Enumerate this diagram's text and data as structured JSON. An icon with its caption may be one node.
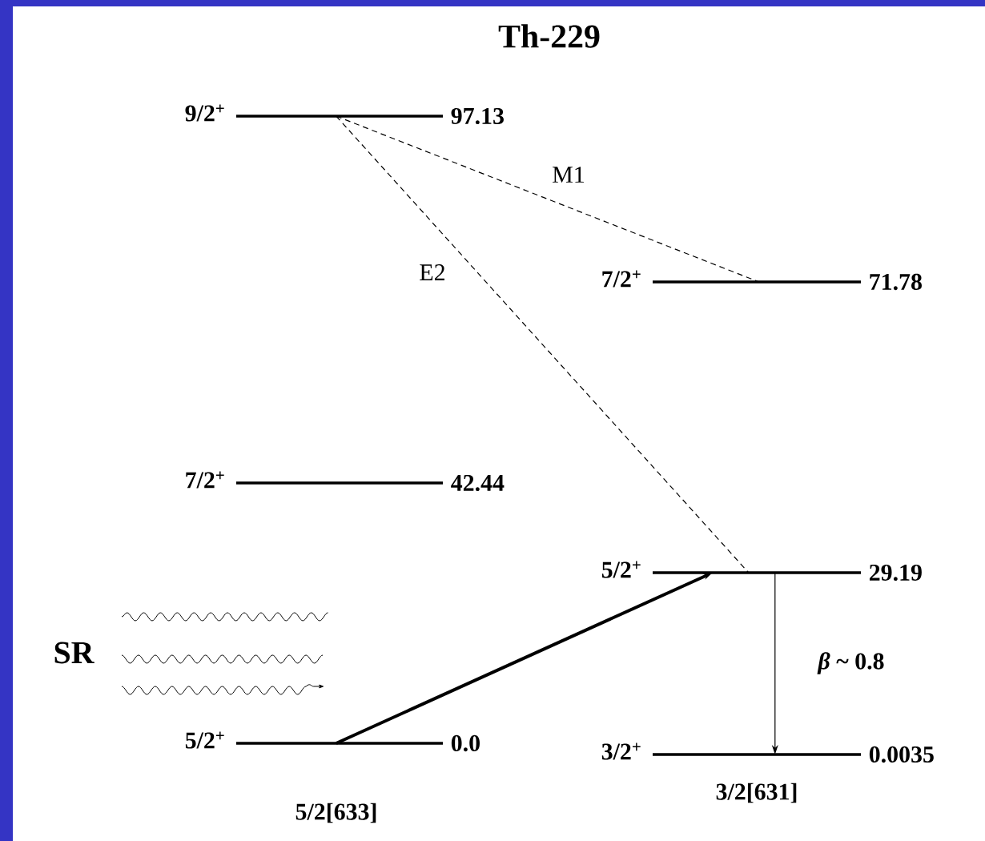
{
  "diagram": {
    "title": "Th-229",
    "nodes": [
      {
        "text": [
          "9/2$^{+}$",
          "97.13"
        ]
      },
      {
        "text": [
          "7/2$^{+}$",
          "71.78"
        ]
      },
      {
        "text": [
          "7/2$^{+}$",
          "42.44"
        ]
      },
      {
        "text": [
          "5/2$^{+}$",
          "29.19"
        ]
      },
      {
        "text": [
          "5/2$^{+}$",
          "0.0"
        ],
        "beside": [
          "5/2[633]"
        ]
      },
      {
        "text": [
          "3/2$^{+}$",
          "0.0035"
        ],
        "beside": [
          "3/2[631]"
        ]
      }
    ],
    "edges": [
      {
        "from": 0,
        "to": 1,
        "arrow": "none",
        "style": "dashed",
        "label": "M1"
      },
      {
        "from": 0,
        "to": 3,
        "arrow": "none",
        "style": "dashed",
        "label": "E2"
      },
      {
        "from": 4,
        "to": 3,
        "arrow": "to",
        "style": "thick"
      },
      {
        "from": 3,
        "to": 5,
        "arrow": "to",
        "label": "*β* ~ 0.8"
      }
    ],
    "labels": [
      "SR"
    ]
  }
}
